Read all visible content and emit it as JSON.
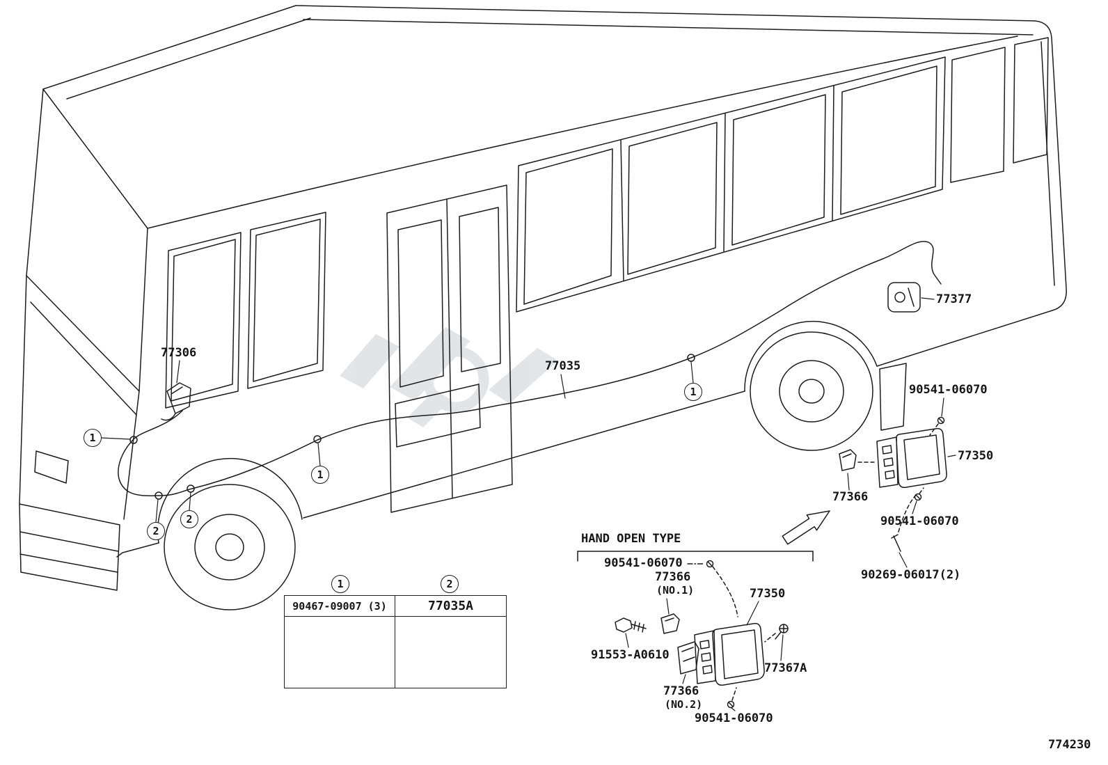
{
  "page": {
    "number": "774230",
    "background": "#ffffff",
    "line_color": "#1c1c1c",
    "watermark_color": "#ccd1d6"
  },
  "markers": {
    "one": "1",
    "two": "2"
  },
  "main_labels": {
    "lock": "77306",
    "cable": "77035",
    "bezel": "77377",
    "screw_upper": "90541-06070",
    "fuel_lid": "77350",
    "cushion": "77366",
    "screw_lower": "90541-06070",
    "hinge_screw": "90269-06017(2)"
  },
  "hand_open_type": {
    "title": "HAND OPEN TYPE",
    "screw_upper": "90541-06070",
    "cushion_no1": "77366",
    "cushion_no1_note": "(NO.1)",
    "fuel_lid": "77350",
    "bolt": "91553-A0610",
    "cushion_no2": "77366",
    "cushion_no2_note": "(NO.2)",
    "screw_lower": "90541-06070",
    "pin": "77367A"
  },
  "legend": {
    "col1": {
      "marker": "1",
      "part": "90467-09007 (3)"
    },
    "col2": {
      "marker": "2",
      "part": "77035A"
    }
  }
}
